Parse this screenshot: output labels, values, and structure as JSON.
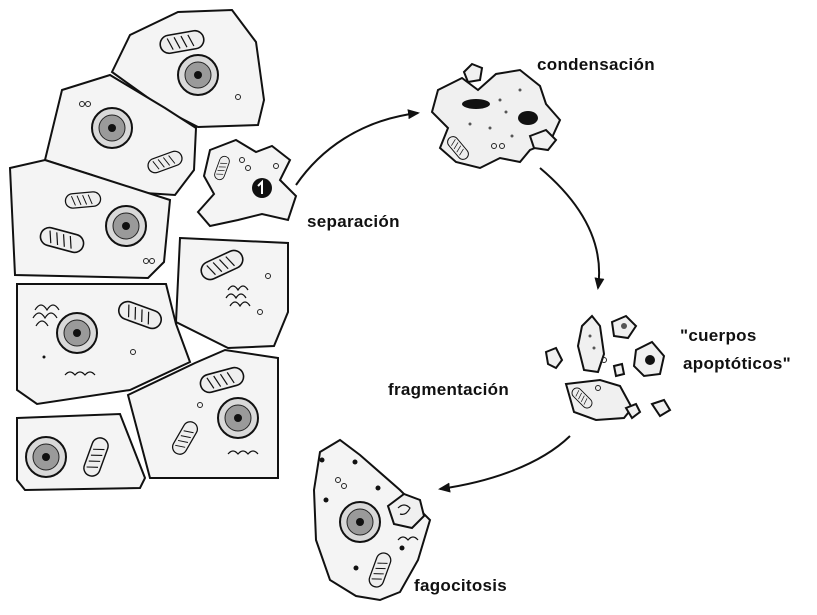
{
  "labels": {
    "condensacion": "condensación",
    "separacion": "separación",
    "cuerpos_line1": "\"cuerpos",
    "cuerpos_line2": "apoptóticos\"",
    "fragmentacion": "fragmentación",
    "fagocitosis": "fagocitosis"
  },
  "colors": {
    "line": "#111111",
    "cell_fill": "#f4f4f4",
    "background": "#ffffff"
  }
}
